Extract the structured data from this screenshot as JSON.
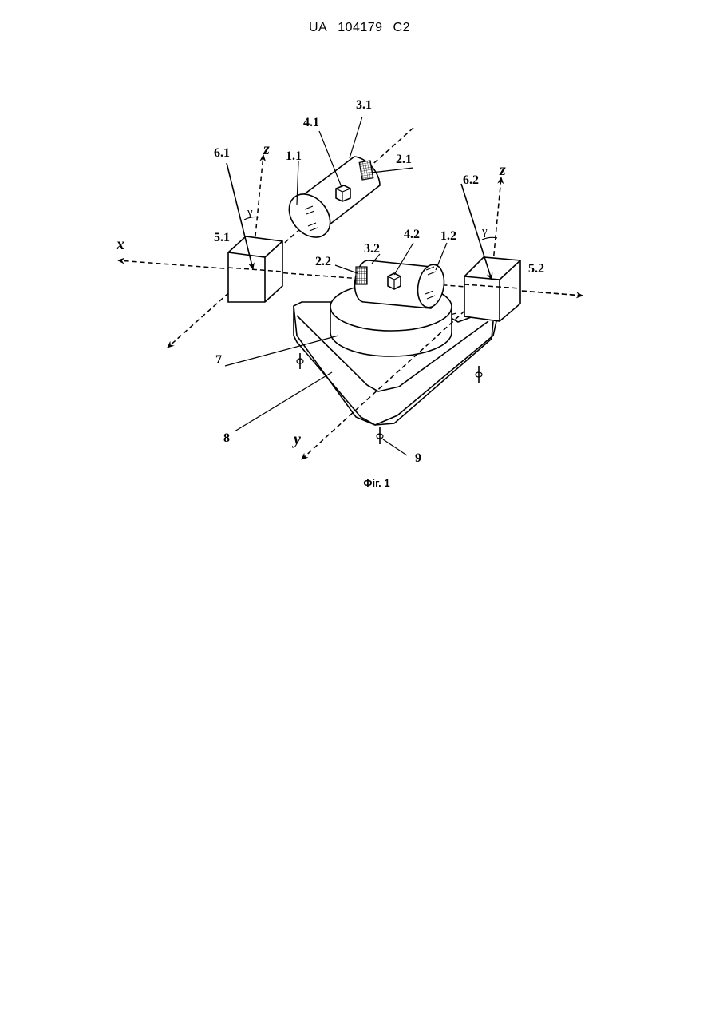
{
  "header": {
    "country_code": "UA",
    "patent_number": "104179",
    "kind_code": "C2"
  },
  "figure": {
    "caption": "Фіг. 1",
    "labels": {
      "l_3_1": "3.1",
      "l_4_1": "4.1",
      "l_1_1": "1.1",
      "l_2_1": "2.1",
      "l_6_1": "6.1",
      "l_5_1": "5.1",
      "l_6_2": "6.2",
      "l_5_2": "5.2",
      "l_3_2": "3.2",
      "l_4_2": "4.2",
      "l_1_2": "1.2",
      "l_2_2": "2.2",
      "l_7": "7",
      "l_8": "8",
      "l_9": "9"
    },
    "axes": {
      "x": "x",
      "y": "y",
      "z_left": "z",
      "z_right": "z"
    },
    "angles": {
      "gamma_left": "γ",
      "gamma_right": "γ"
    }
  }
}
